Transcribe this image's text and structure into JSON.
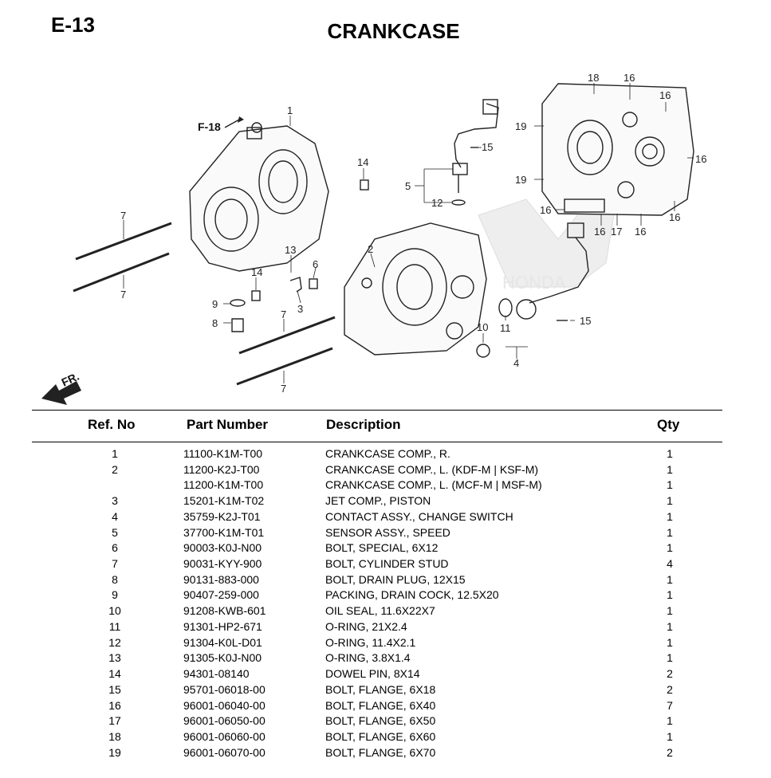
{
  "page": {
    "code": "E-13",
    "title": "CRANKCASE"
  },
  "diagram": {
    "section_ref": "F-18",
    "front_marker": "FR.",
    "callouts": {
      "c1": "1",
      "c2": "2",
      "c3": "3",
      "c4": "4",
      "c5": "5",
      "c6": "6",
      "c7a": "7",
      "c7b": "7",
      "c7c": "7",
      "c7d": "7",
      "c8": "8",
      "c9": "9",
      "c10": "10",
      "c11": "11",
      "c12": "12",
      "c13": "13",
      "c14a": "14",
      "c14b": "14",
      "c15a": "15",
      "c15b": "15",
      "c16a": "16",
      "c16b": "16",
      "c16c": "16",
      "c16d": "16",
      "c16e": "16",
      "c16f": "16",
      "c16g": "16",
      "c17": "17",
      "c18": "18",
      "c19a": "19",
      "c19b": "19"
    }
  },
  "table": {
    "headers": {
      "ref": "Ref. No",
      "part": "Part Number",
      "desc": "Description",
      "qty": "Qty"
    },
    "rows": [
      {
        "ref": "1",
        "part": "11100-K1M-T00",
        "desc": "CRANKCASE COMP., R.",
        "qty": "1"
      },
      {
        "ref": "2",
        "part": "11200-K2J-T00",
        "desc": "CRANKCASE COMP., L. (KDF-M | KSF-M)",
        "qty": "1"
      },
      {
        "ref": "",
        "part": "11200-K1M-T00",
        "desc": "CRANKCASE COMP., L. (MCF-M | MSF-M)",
        "qty": "1"
      },
      {
        "ref": "3",
        "part": "15201-K1M-T02",
        "desc": "JET COMP., PISTON",
        "qty": "1"
      },
      {
        "ref": "4",
        "part": "35759-K2J-T01",
        "desc": "CONTACT ASSY., CHANGE SWITCH",
        "qty": "1"
      },
      {
        "ref": "5",
        "part": "37700-K1M-T01",
        "desc": "SENSOR ASSY., SPEED",
        "qty": "1"
      },
      {
        "ref": "6",
        "part": "90003-K0J-N00",
        "desc": "BOLT, SPECIAL, 6X12",
        "qty": "1"
      },
      {
        "ref": "7",
        "part": "90031-KYY-900",
        "desc": "BOLT, CYLINDER STUD",
        "qty": "4"
      },
      {
        "ref": "8",
        "part": "90131-883-000",
        "desc": "BOLT, DRAIN PLUG, 12X15",
        "qty": "1"
      },
      {
        "ref": "9",
        "part": "90407-259-000",
        "desc": "PACKING, DRAIN COCK, 12.5X20",
        "qty": "1"
      },
      {
        "ref": "10",
        "part": "91208-KWB-601",
        "desc": "OIL SEAL, 11.6X22X7",
        "qty": "1"
      },
      {
        "ref": "11",
        "part": "91301-HP2-671",
        "desc": "O-RING, 21X2.4",
        "qty": "1"
      },
      {
        "ref": "12",
        "part": "91304-K0L-D01",
        "desc": "O-RING, 11.4X2.1",
        "qty": "1"
      },
      {
        "ref": "13",
        "part": "91305-K0J-N00",
        "desc": "O-RING, 3.8X1.4",
        "qty": "1"
      },
      {
        "ref": "14",
        "part": "94301-08140",
        "desc": "DOWEL PIN, 8X14",
        "qty": "2"
      },
      {
        "ref": "15",
        "part": "95701-06018-00",
        "desc": "BOLT, FLANGE, 6X18",
        "qty": "2"
      },
      {
        "ref": "16",
        "part": "96001-06040-00",
        "desc": "BOLT, FLANGE, 6X40",
        "qty": "7"
      },
      {
        "ref": "17",
        "part": "96001-06050-00",
        "desc": "BOLT, FLANGE, 6X50",
        "qty": "1"
      },
      {
        "ref": "18",
        "part": "96001-06060-00",
        "desc": "BOLT, FLANGE, 6X60",
        "qty": "1"
      },
      {
        "ref": "19",
        "part": "96001-06070-00",
        "desc": "BOLT, FLANGE, 6X70",
        "qty": "2"
      }
    ]
  }
}
